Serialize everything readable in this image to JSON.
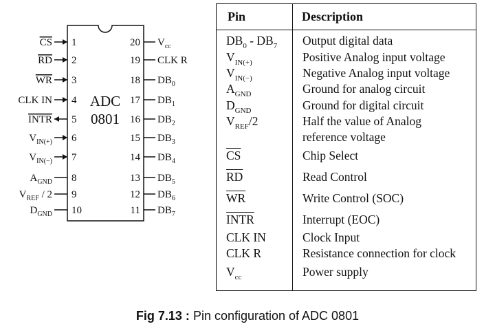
{
  "chip": {
    "name_line1": "ADC",
    "name_line2": "0801",
    "left_pins": [
      {
        "num": "1",
        "label": "CS",
        "overline": true,
        "sub": "",
        "suffix": "",
        "arrow": "in"
      },
      {
        "num": "2",
        "label": "RD",
        "overline": true,
        "sub": "",
        "suffix": "",
        "arrow": "in"
      },
      {
        "num": "3",
        "label": "WR",
        "overline": true,
        "sub": "",
        "suffix": "",
        "arrow": "in"
      },
      {
        "num": "4",
        "label": "CLK IN",
        "overline": false,
        "sub": "",
        "suffix": "",
        "arrow": "in"
      },
      {
        "num": "5",
        "label": "INTR",
        "overline": true,
        "sub": "",
        "suffix": "",
        "arrow": "out"
      },
      {
        "num": "6",
        "label": "V",
        "overline": false,
        "sub": "IN(+)",
        "suffix": "",
        "arrow": "in"
      },
      {
        "num": "7",
        "label": "V",
        "overline": false,
        "sub": "IN(−)",
        "suffix": "",
        "arrow": "in"
      },
      {
        "num": "8",
        "label": "A",
        "overline": false,
        "sub": "GND",
        "suffix": "",
        "arrow": "none"
      },
      {
        "num": "9",
        "label": "V",
        "overline": false,
        "sub": "REF",
        "suffix": " / 2",
        "arrow": "none"
      },
      {
        "num": "10",
        "label": "D",
        "overline": false,
        "sub": "GND",
        "suffix": "",
        "arrow": "none"
      }
    ],
    "right_pins": [
      {
        "num": "20",
        "label": "V",
        "sub": "cc"
      },
      {
        "num": "19",
        "label": "CLK R",
        "sub": ""
      },
      {
        "num": "18",
        "label": "DB",
        "sub": "0"
      },
      {
        "num": "17",
        "label": "DB",
        "sub": "1"
      },
      {
        "num": "16",
        "label": "DB",
        "sub": "2"
      },
      {
        "num": "15",
        "label": "DB",
        "sub": "3"
      },
      {
        "num": "14",
        "label": "DB",
        "sub": "4"
      },
      {
        "num": "13",
        "label": "DB",
        "sub": "5"
      },
      {
        "num": "12",
        "label": "DB",
        "sub": "6"
      },
      {
        "num": "11",
        "label": "DB",
        "sub": "7"
      }
    ]
  },
  "table": {
    "header_pin": "Pin",
    "header_desc": "Description",
    "rows": [
      {
        "pin": "DB",
        "pin_sub": "0",
        "pin_suffix": " - DB",
        "pin_sub2": "7",
        "overline": false,
        "desc": [
          "Output digital data"
        ]
      },
      {
        "pin": "V",
        "pin_sub": "IN(+)",
        "pin_suffix": "",
        "pin_sub2": "",
        "overline": false,
        "desc": [
          "Positive Analog input voltage"
        ]
      },
      {
        "pin": "V",
        "pin_sub": "IN(−)",
        "pin_suffix": "",
        "pin_sub2": "",
        "overline": false,
        "desc": [
          "Negative Analog input voltage"
        ]
      },
      {
        "pin": "A",
        "pin_sub": "GND",
        "pin_suffix": "",
        "pin_sub2": "",
        "overline": false,
        "desc": [
          "Ground for analog circuit"
        ]
      },
      {
        "pin": "D",
        "pin_sub": "GND",
        "pin_suffix": "",
        "pin_sub2": "",
        "overline": false,
        "desc": [
          "Ground for digital circuit"
        ]
      },
      {
        "pin": "V",
        "pin_sub": "REF",
        "pin_suffix": "/2",
        "pin_sub2": "",
        "overline": false,
        "desc": [
          "Half the value of Analog",
          "reference voltage"
        ]
      },
      {
        "pin": "CS",
        "pin_sub": "",
        "pin_suffix": "",
        "pin_sub2": "",
        "overline": true,
        "desc": [
          "Chip Select"
        ]
      },
      {
        "pin": "RD",
        "pin_sub": "",
        "pin_suffix": "",
        "pin_sub2": "",
        "overline": true,
        "desc": [
          "Read Control"
        ]
      },
      {
        "pin": "WR",
        "pin_sub": "",
        "pin_suffix": "",
        "pin_sub2": "",
        "overline": true,
        "desc": [
          "Write Control (SOC)"
        ]
      },
      {
        "pin": "INTR",
        "pin_sub": "",
        "pin_suffix": "",
        "pin_sub2": "",
        "overline": true,
        "desc": [
          "Interrupt (EOC)"
        ]
      },
      {
        "pin": "CLK IN",
        "pin_sub": "",
        "pin_suffix": "",
        "pin_sub2": "",
        "overline": false,
        "desc": [
          "Clock Input"
        ]
      },
      {
        "pin": "CLK R",
        "pin_sub": "",
        "pin_suffix": "",
        "pin_sub2": "",
        "overline": false,
        "desc": [
          "Resistance connection for clock"
        ]
      },
      {
        "pin": "V",
        "pin_sub": "cc",
        "pin_suffix": "",
        "pin_sub2": "",
        "overline": false,
        "desc": [
          "Power supply"
        ]
      }
    ]
  },
  "caption": {
    "fig_label": "Fig 7.13 :",
    "text": " Pin configuration of ADC 0801"
  }
}
